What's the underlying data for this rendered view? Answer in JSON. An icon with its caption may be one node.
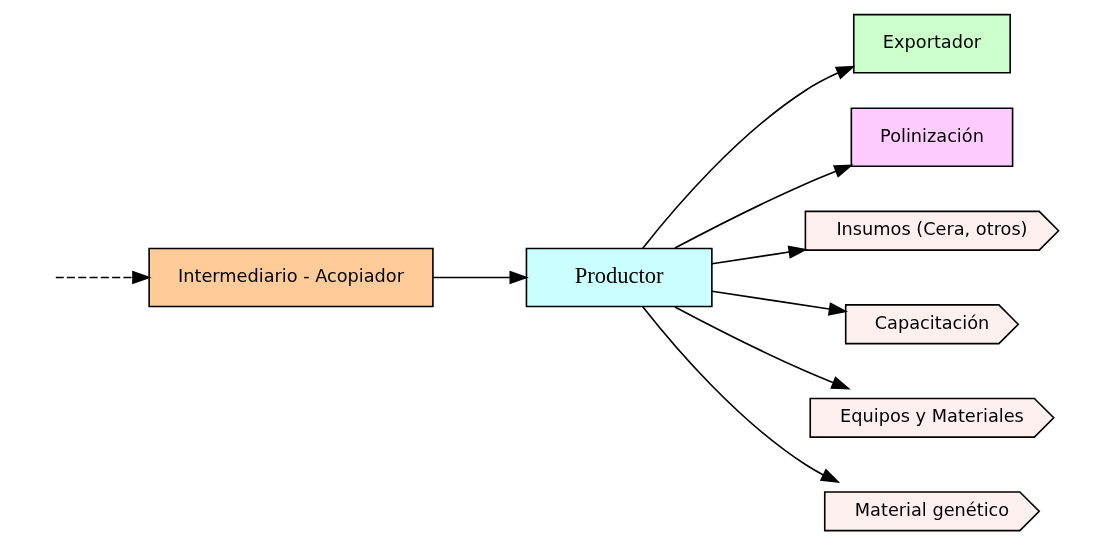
{
  "diagram": {
    "nodes": [
      {
        "text": [
          "Productor"
        ]
      },
      {
        "text": [
          "Exportador"
        ]
      },
      {
        "text": [
          "Intermediario - Acopiador"
        ]
      },
      {
        "text": [
          "Polinización"
        ]
      },
      {
        "text": [
          "Insumos (Cera, otros)"
        ]
      },
      {
        "text": [
          "Capacitación"
        ]
      },
      {
        "text": [
          "Equipos y Materiales"
        ]
      },
      {
        "text": [
          "Material genético"
        ]
      }
    ],
    "edges": [
      {
        "from": 0,
        "to": 1,
        "arrow": "to"
      },
      {
        "from": 2,
        "to": 0,
        "arrow": "to"
      },
      {
        "from": null,
        "to": 2,
        "arrow": "to",
        "style": "dashed"
      },
      {
        "from": 0,
        "to": 3,
        "arrow": "to"
      },
      {
        "from": 0,
        "to": 4,
        "arrow": "to"
      },
      {
        "from": 0,
        "to": 5,
        "arrow": "to"
      },
      {
        "from": 0,
        "to": 6,
        "arrow": "to"
      },
      {
        "from": 0,
        "to": 7,
        "arrow": "to"
      }
    ]
  }
}
